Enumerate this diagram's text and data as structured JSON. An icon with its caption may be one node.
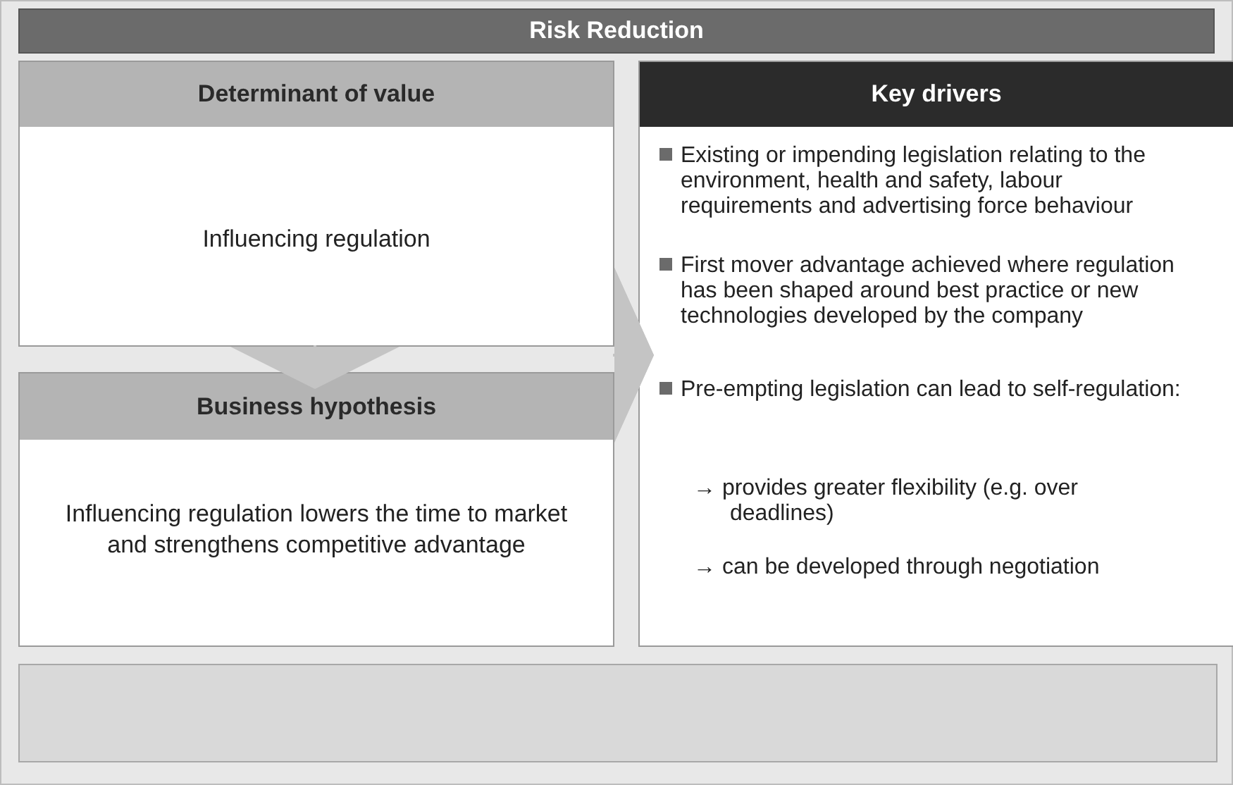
{
  "diagram": {
    "nodes": [
      {
        "text": [
          "Risk Reduction"
        ]
      },
      {
        "text": [
          "Determinant of value",
          "Influencing regulation"
        ],
        "in": 0
      },
      {
        "text": [
          "Business hypothesis",
          "Influencing regulation lowers the time to market and strengthens competitive advantage"
        ],
        "in": 0
      },
      {
        "text": [
          "Key drivers",
          "Existing or impending legislation relating to the environment, health and safety, labour requirements and advertising force behaviour",
          "First mover advantage achieved where regulation has been shaped around best practice or new technologies developed by the company",
          "Pre-empting legislation can lead to self-regulation:",
          "→ provides greater flexibility (e.g. over deadlines)",
          "→ can be developed through negotiation"
        ],
        "in": 0
      },
      {
        "text": [],
        "shape": "box",
        "in": 0
      }
    ],
    "edges": [
      {
        "from": 1,
        "to": 2,
        "arrow": "to"
      },
      {
        "from": 1,
        "to": 3,
        "arrow": "to"
      },
      {
        "from": 2,
        "to": 3,
        "arrow": "to"
      }
    ]
  }
}
